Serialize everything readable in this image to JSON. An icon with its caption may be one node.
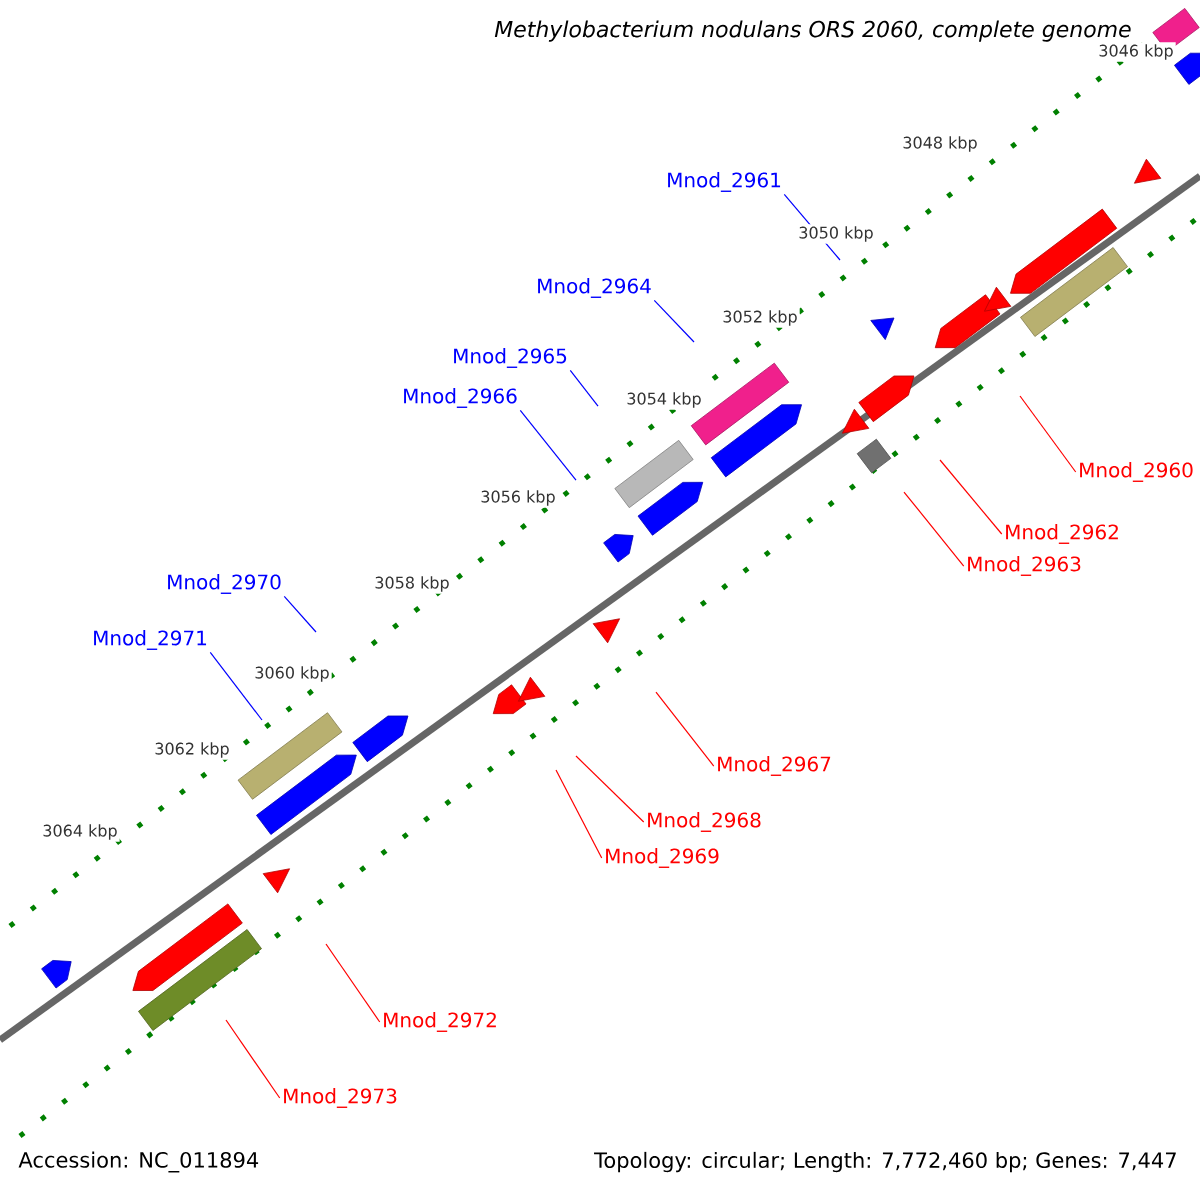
{
  "diagram": {
    "title": "Methylobacterium nodulans ORS 2060, complete genome",
    "nodes": [
      {
        "text": [
          "Mnod_2961"
        ]
      },
      {
        "text": [
          "Mnod_2964"
        ]
      },
      {
        "text": [
          "Mnod_2965"
        ]
      },
      {
        "text": [
          "Mnod_2966"
        ]
      },
      {
        "text": [
          "Mnod_2960"
        ]
      },
      {
        "text": [
          "Mnod_2962"
        ]
      },
      {
        "text": [
          "Mnod_2963"
        ]
      },
      {
        "text": [
          "Mnod_2970"
        ]
      },
      {
        "text": [
          "Mnod_2971"
        ]
      },
      {
        "text": [
          "Mnod_2967"
        ]
      },
      {
        "text": [
          "Mnod_2968"
        ]
      },
      {
        "text": [
          "Mnod_2969"
        ]
      },
      {
        "text": [
          "Mnod_2972"
        ]
      },
      {
        "text": [
          "Mnod_2973"
        ]
      }
    ],
    "edges": [
      {
        "from": 0,
        "to": null,
        "arrow": "none",
        "color": "#0000ff"
      },
      {
        "from": 1,
        "to": null,
        "arrow": "none",
        "color": "#0000ff"
      },
      {
        "from": 2,
        "to": null,
        "arrow": "none",
        "color": "#0000ff"
      },
      {
        "from": 3,
        "to": null,
        "arrow": "none",
        "color": "#0000ff"
      },
      {
        "from": 4,
        "to": null,
        "arrow": "none"
      },
      {
        "from": 5,
        "to": null,
        "arrow": "none"
      },
      {
        "from": 6,
        "to": null,
        "arrow": "none"
      },
      {
        "from": 7,
        "to": null,
        "arrow": "none",
        "color": "#0000ff"
      },
      {
        "from": 8,
        "to": null,
        "arrow": "none",
        "color": "#0000ff"
      },
      {
        "from": 9,
        "to": null,
        "arrow": "none"
      },
      {
        "from": 10,
        "to": null,
        "arrow": "none"
      },
      {
        "from": 11,
        "to": null,
        "arrow": "none"
      },
      {
        "from": 12,
        "to": null,
        "arrow": "none"
      },
      {
        "from": 13,
        "to": null,
        "arrow": "none"
      }
    ],
    "labels": [
      "3046 kbp",
      "3048 kbp",
      "3050 kbp",
      "3052 kbp",
      "3054 kbp",
      "3056 kbp",
      "3058 kbp",
      "3060 kbp",
      "3062 kbp",
      "3064 kbp",
      "Accession: NC_011894",
      "Topology: circular; Length: 7,772,460 bp; Genes: 7,447"
    ]
  }
}
